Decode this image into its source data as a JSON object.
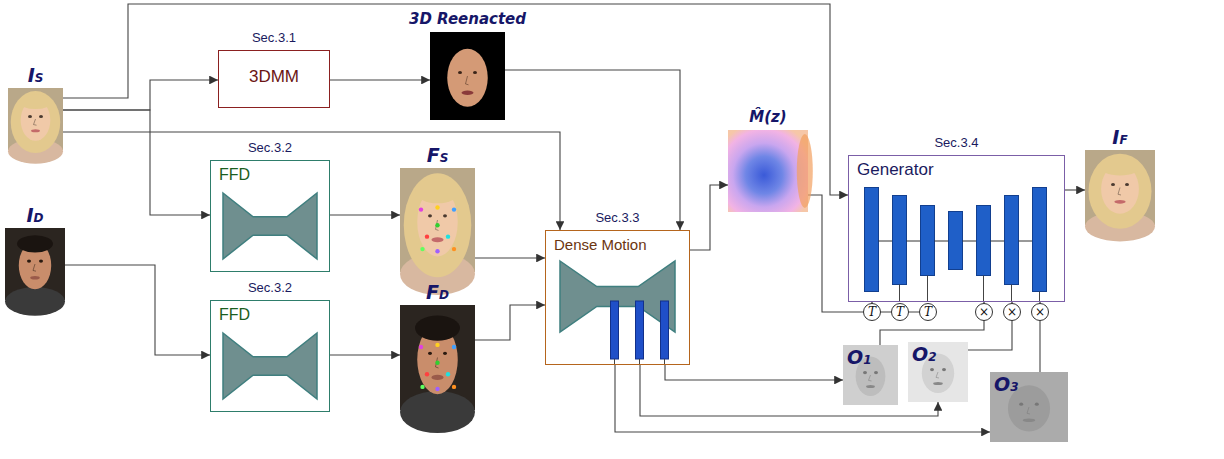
{
  "diagram": {
    "nodes": [
      {
        "text": [
          "IS"
        ]
      },
      {
        "text": [
          "ID"
        ]
      },
      {
        "text": [
          "Sec.3.1",
          "3DMM"
        ]
      },
      {
        "text": [
          "3D Reenacted"
        ]
      },
      {
        "text": [
          "Sec.3.2",
          "FFD"
        ]
      },
      {
        "text": [
          "Sec.3.2",
          "FFD"
        ]
      },
      {
        "text": [
          "FS"
        ]
      },
      {
        "text": [
          "FD"
        ]
      },
      {
        "text": [
          "Sec.3.3",
          "Dense Motion"
        ]
      },
      {
        "text": [
          "M̂(z)"
        ]
      },
      {
        "text": [
          "Sec.3.4",
          "Generator"
        ]
      },
      {
        "text": [
          "IF"
        ]
      },
      {
        "text": [
          "O1"
        ]
      },
      {
        "text": [
          "O2"
        ]
      },
      {
        "text": [
          "O3"
        ]
      }
    ],
    "edges": [
      {
        "from": 0,
        "to": 2,
        "arrow": "to"
      },
      {
        "from": 0,
        "to": 4,
        "arrow": "to"
      },
      {
        "from": 0,
        "to": 10,
        "arrow": "to"
      },
      {
        "from": 0,
        "to": 8,
        "arrow": "to"
      },
      {
        "from": 1,
        "to": 5,
        "arrow": "to"
      },
      {
        "from": 2,
        "to": 3,
        "arrow": "to"
      },
      {
        "from": 3,
        "to": 8,
        "arrow": "to"
      },
      {
        "from": 4,
        "to": 6,
        "arrow": "to"
      },
      {
        "from": 5,
        "to": 7,
        "arrow": "to"
      },
      {
        "from": 6,
        "to": 8,
        "arrow": "to"
      },
      {
        "from": 7,
        "to": 8,
        "arrow": "to"
      },
      {
        "from": 8,
        "to": 9,
        "arrow": "to"
      },
      {
        "from": 9,
        "to": 10,
        "arrow": "to"
      },
      {
        "from": 8,
        "to": 12,
        "arrow": "to"
      },
      {
        "from": 8,
        "to": 13,
        "arrow": "to"
      },
      {
        "from": 8,
        "to": 14,
        "arrow": "to"
      },
      {
        "from": 12,
        "to": 10,
        "arrow": "to"
      },
      {
        "from": 13,
        "to": 10,
        "arrow": "to"
      },
      {
        "from": 14,
        "to": 10,
        "arrow": "to"
      },
      {
        "from": 10,
        "to": 11,
        "arrow": "to"
      }
    ],
    "labels": [
      "T",
      "T",
      "T",
      "×",
      "×",
      "×"
    ]
  }
}
